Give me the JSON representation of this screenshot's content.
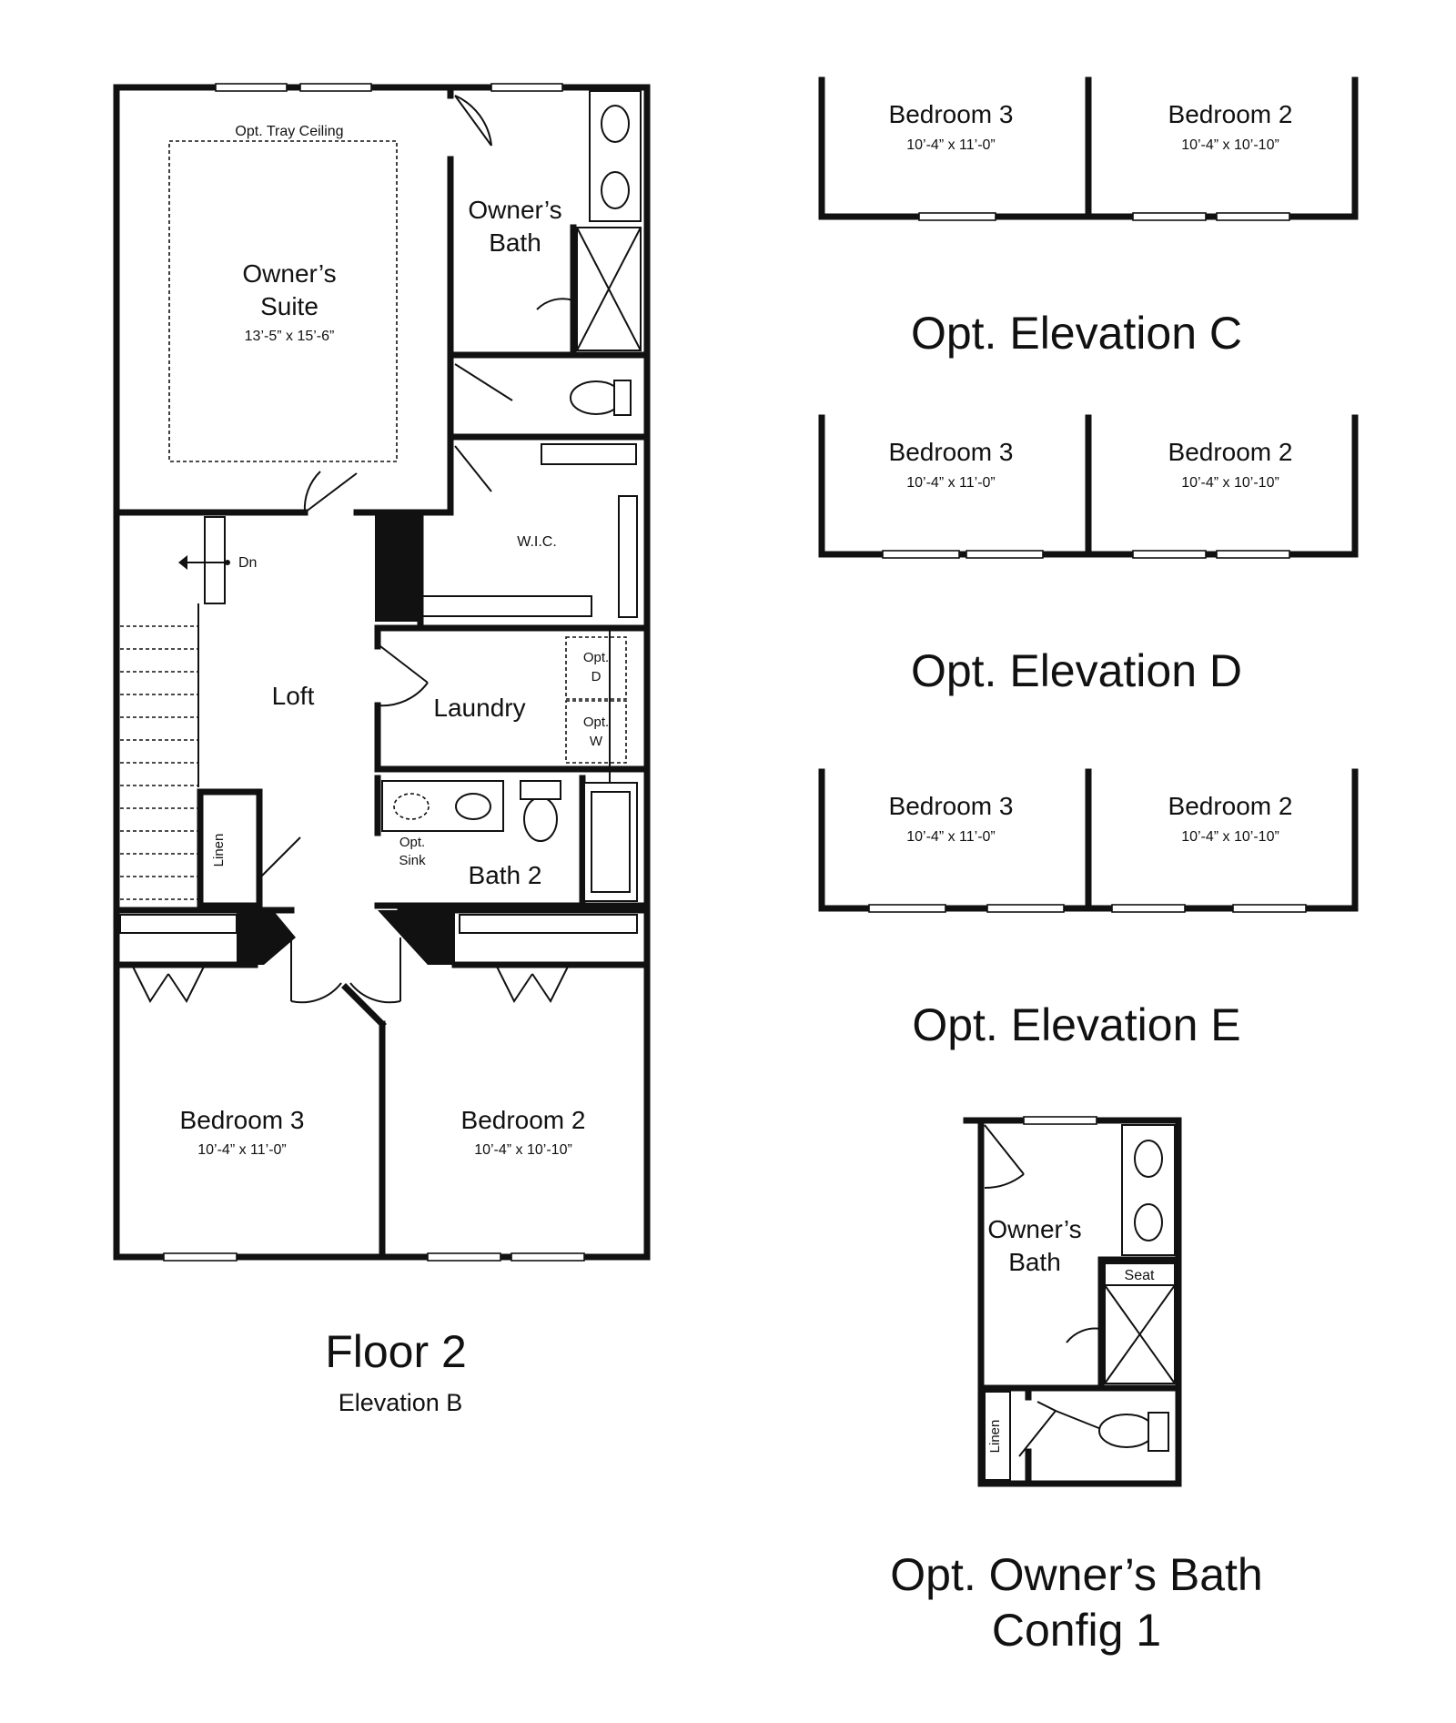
{
  "floor": {
    "title": "Floor 2",
    "subtitle": "Elevation B",
    "labels": {
      "tray_ceiling": "Opt. Tray Ceiling",
      "owners_suite_l1": "Owner’s",
      "owners_suite_l2": "Suite",
      "owners_suite_dim": "13’-5” x 15’-6”",
      "owners_bath_l1": "Owner’s",
      "owners_bath_l2": "Bath",
      "wic": "W.I.C.",
      "dn": "Dn",
      "loft": "Loft",
      "laundry": "Laundry",
      "opt_d_l1": "Opt.",
      "opt_d_l2": "D",
      "opt_w_l1": "Opt.",
      "opt_w_l2": "W",
      "opt_sink_l1": "Opt.",
      "opt_sink_l2": "Sink",
      "bath2": "Bath 2",
      "linen": "Linen",
      "bedroom3": "Bedroom 3",
      "bedroom3_dim": "10’-4” x 11’-0”",
      "bedroom2": "Bedroom 2",
      "bedroom2_dim": "10’-4” x 10’-10”"
    }
  },
  "elevations": [
    {
      "title": "Opt. Elevation C",
      "rooms": [
        {
          "name": "Bedroom 3",
          "dim": "10’-4” x 11’-0”"
        },
        {
          "name": "Bedroom 2",
          "dim": "10’-4” x 10’-10”"
        }
      ]
    },
    {
      "title": "Opt. Elevation D",
      "rooms": [
        {
          "name": "Bedroom 3",
          "dim": "10’-4” x 11’-0”"
        },
        {
          "name": "Bedroom 2",
          "dim": "10’-4” x 10’-10”"
        }
      ]
    },
    {
      "title": "Opt. Elevation E",
      "rooms": [
        {
          "name": "Bedroom 3",
          "dim": "10’-4” x 11’-0”"
        },
        {
          "name": "Bedroom 2",
          "dim": "10’-4” x 10’-10”"
        }
      ]
    }
  ],
  "bath_config": {
    "title_l1": "Opt. Owner’s Bath",
    "title_l2": "Config 1",
    "owners_bath_l1": "Owner’s",
    "owners_bath_l2": "Bath",
    "seat": "Seat",
    "linen": "Linen"
  }
}
